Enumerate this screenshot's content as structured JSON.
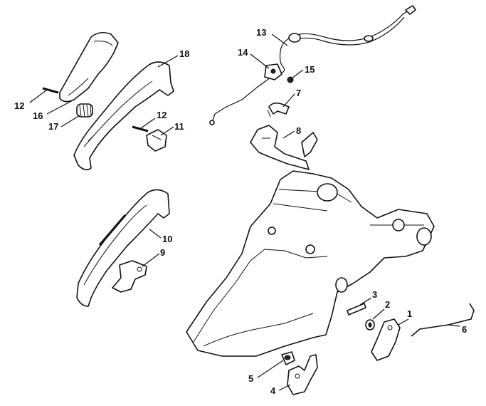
{
  "callouts": [
    {
      "id": "c1",
      "text": "1"
    },
    {
      "id": "c2",
      "text": "2"
    },
    {
      "id": "c3",
      "text": "3"
    },
    {
      "id": "c4",
      "text": "4"
    },
    {
      "id": "c5",
      "text": "5"
    },
    {
      "id": "c6",
      "text": "6"
    },
    {
      "id": "c7",
      "text": "7"
    },
    {
      "id": "c8",
      "text": "8"
    },
    {
      "id": "c9",
      "text": "9"
    },
    {
      "id": "c10",
      "text": "10"
    },
    {
      "id": "c11",
      "text": "11"
    },
    {
      "id": "c12a",
      "text": "12"
    },
    {
      "id": "c12b",
      "text": "12"
    },
    {
      "id": "c13",
      "text": "13"
    },
    {
      "id": "c14",
      "text": "14"
    },
    {
      "id": "c15",
      "text": "15"
    },
    {
      "id": "c16",
      "text": "16"
    },
    {
      "id": "c17",
      "text": "17"
    },
    {
      "id": "c18",
      "text": "18"
    }
  ]
}
